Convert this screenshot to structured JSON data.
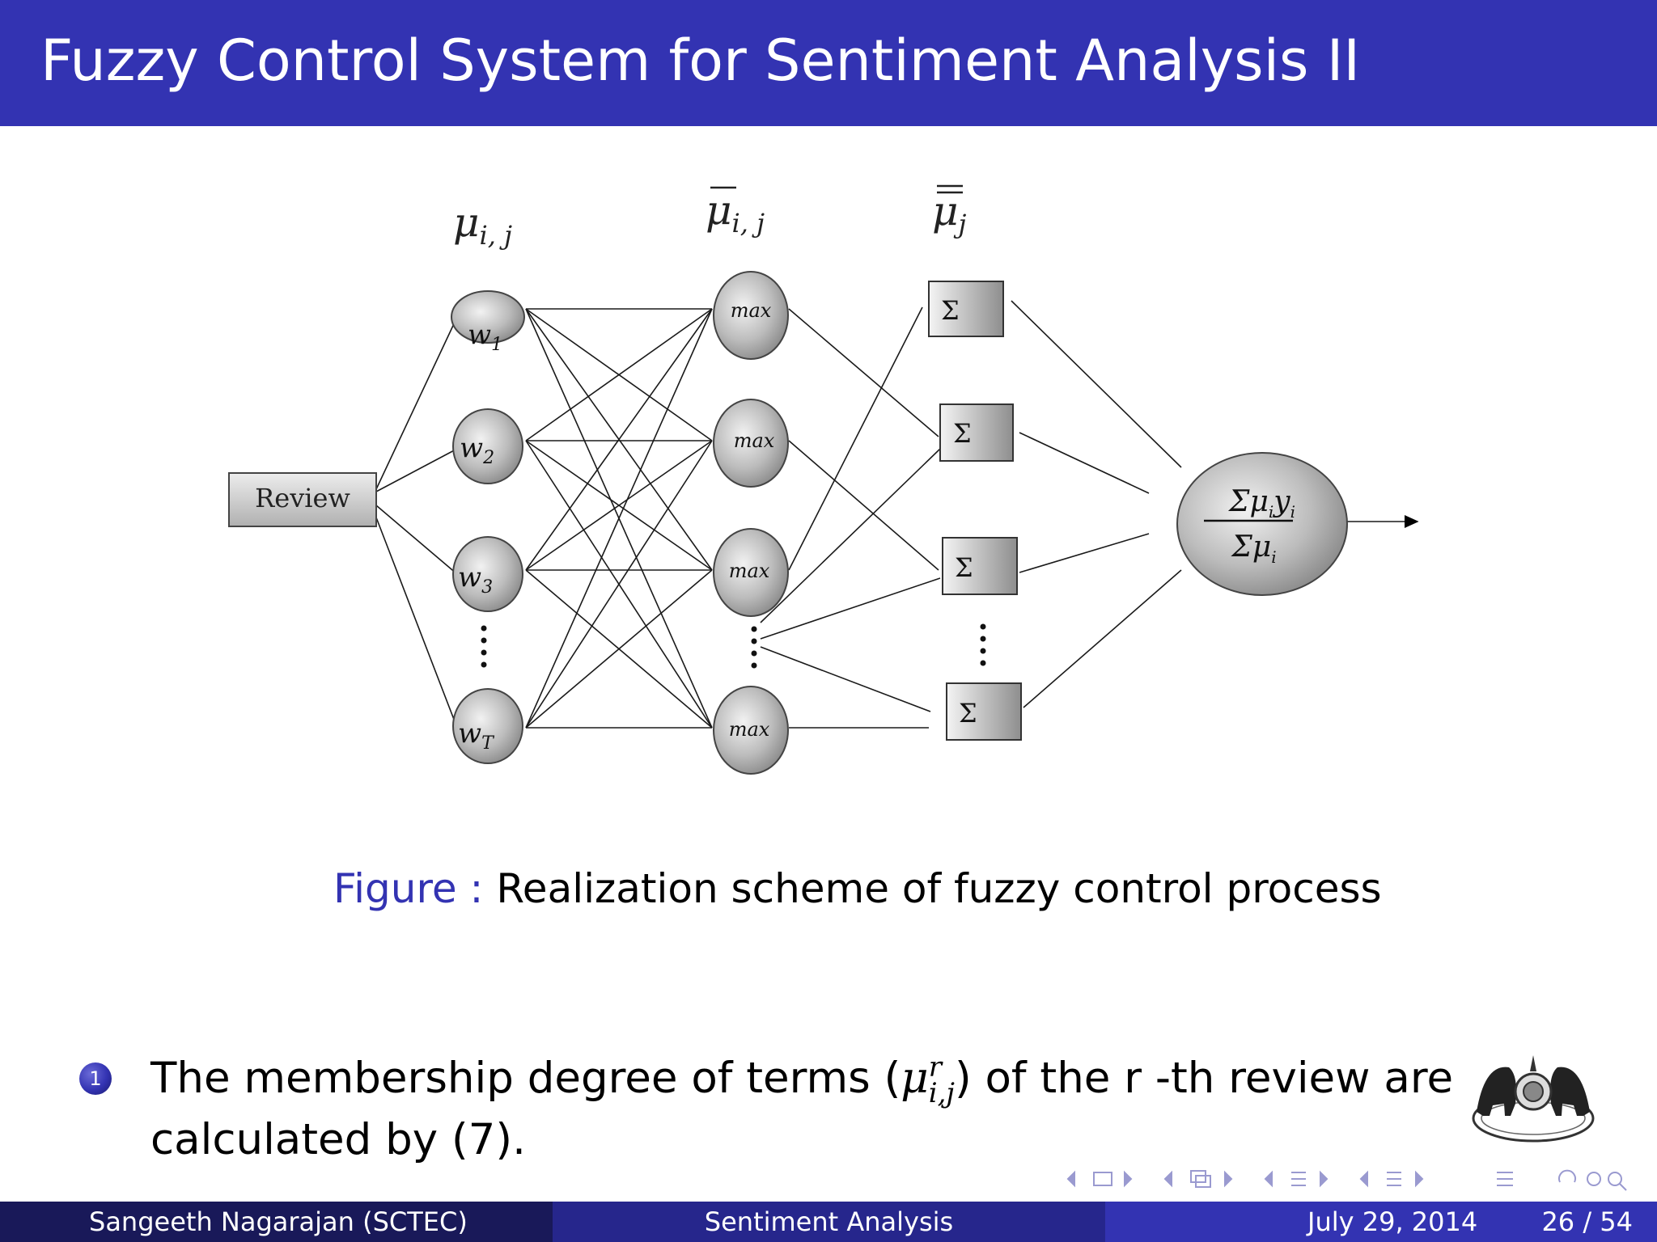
{
  "slide": {
    "title": "Fuzzy Control System for Sentiment Analysis II"
  },
  "diagram": {
    "input_label": "Review",
    "layer1_header": "μi,j",
    "layer2_header": "μi,j",
    "layer3_header": "μj",
    "layer1_nodes": [
      "w1",
      "w2",
      "w3",
      "wT"
    ],
    "layer2_node_label": "max",
    "layer3_node_label": "Σ",
    "output_numerator": "Σμiyi",
    "output_denominator": "Σμi"
  },
  "caption": {
    "label": "Figure :",
    "text": "Realization scheme of fuzzy control process"
  },
  "list": {
    "items": [
      {
        "number": "1",
        "before": "The membership degree of terms (",
        "symbol": "μ",
        "superscript": "r",
        "subscript": "i,j",
        "after": ") of the r -th review are calculated by (7)."
      }
    ]
  },
  "footer": {
    "author": "Sangeeth Nagarajan  (SCTEC)",
    "talk_title": "Sentiment Analysis",
    "date": "July 29, 2014",
    "page": "26 / 54"
  },
  "colors": {
    "title_bar": "#3333b2",
    "footer_left": "#191959",
    "footer_mid": "#26268c",
    "footer_right": "#3333b2"
  },
  "icons": [
    "beamer-navigation-icons",
    "college-emblem-logo"
  ]
}
